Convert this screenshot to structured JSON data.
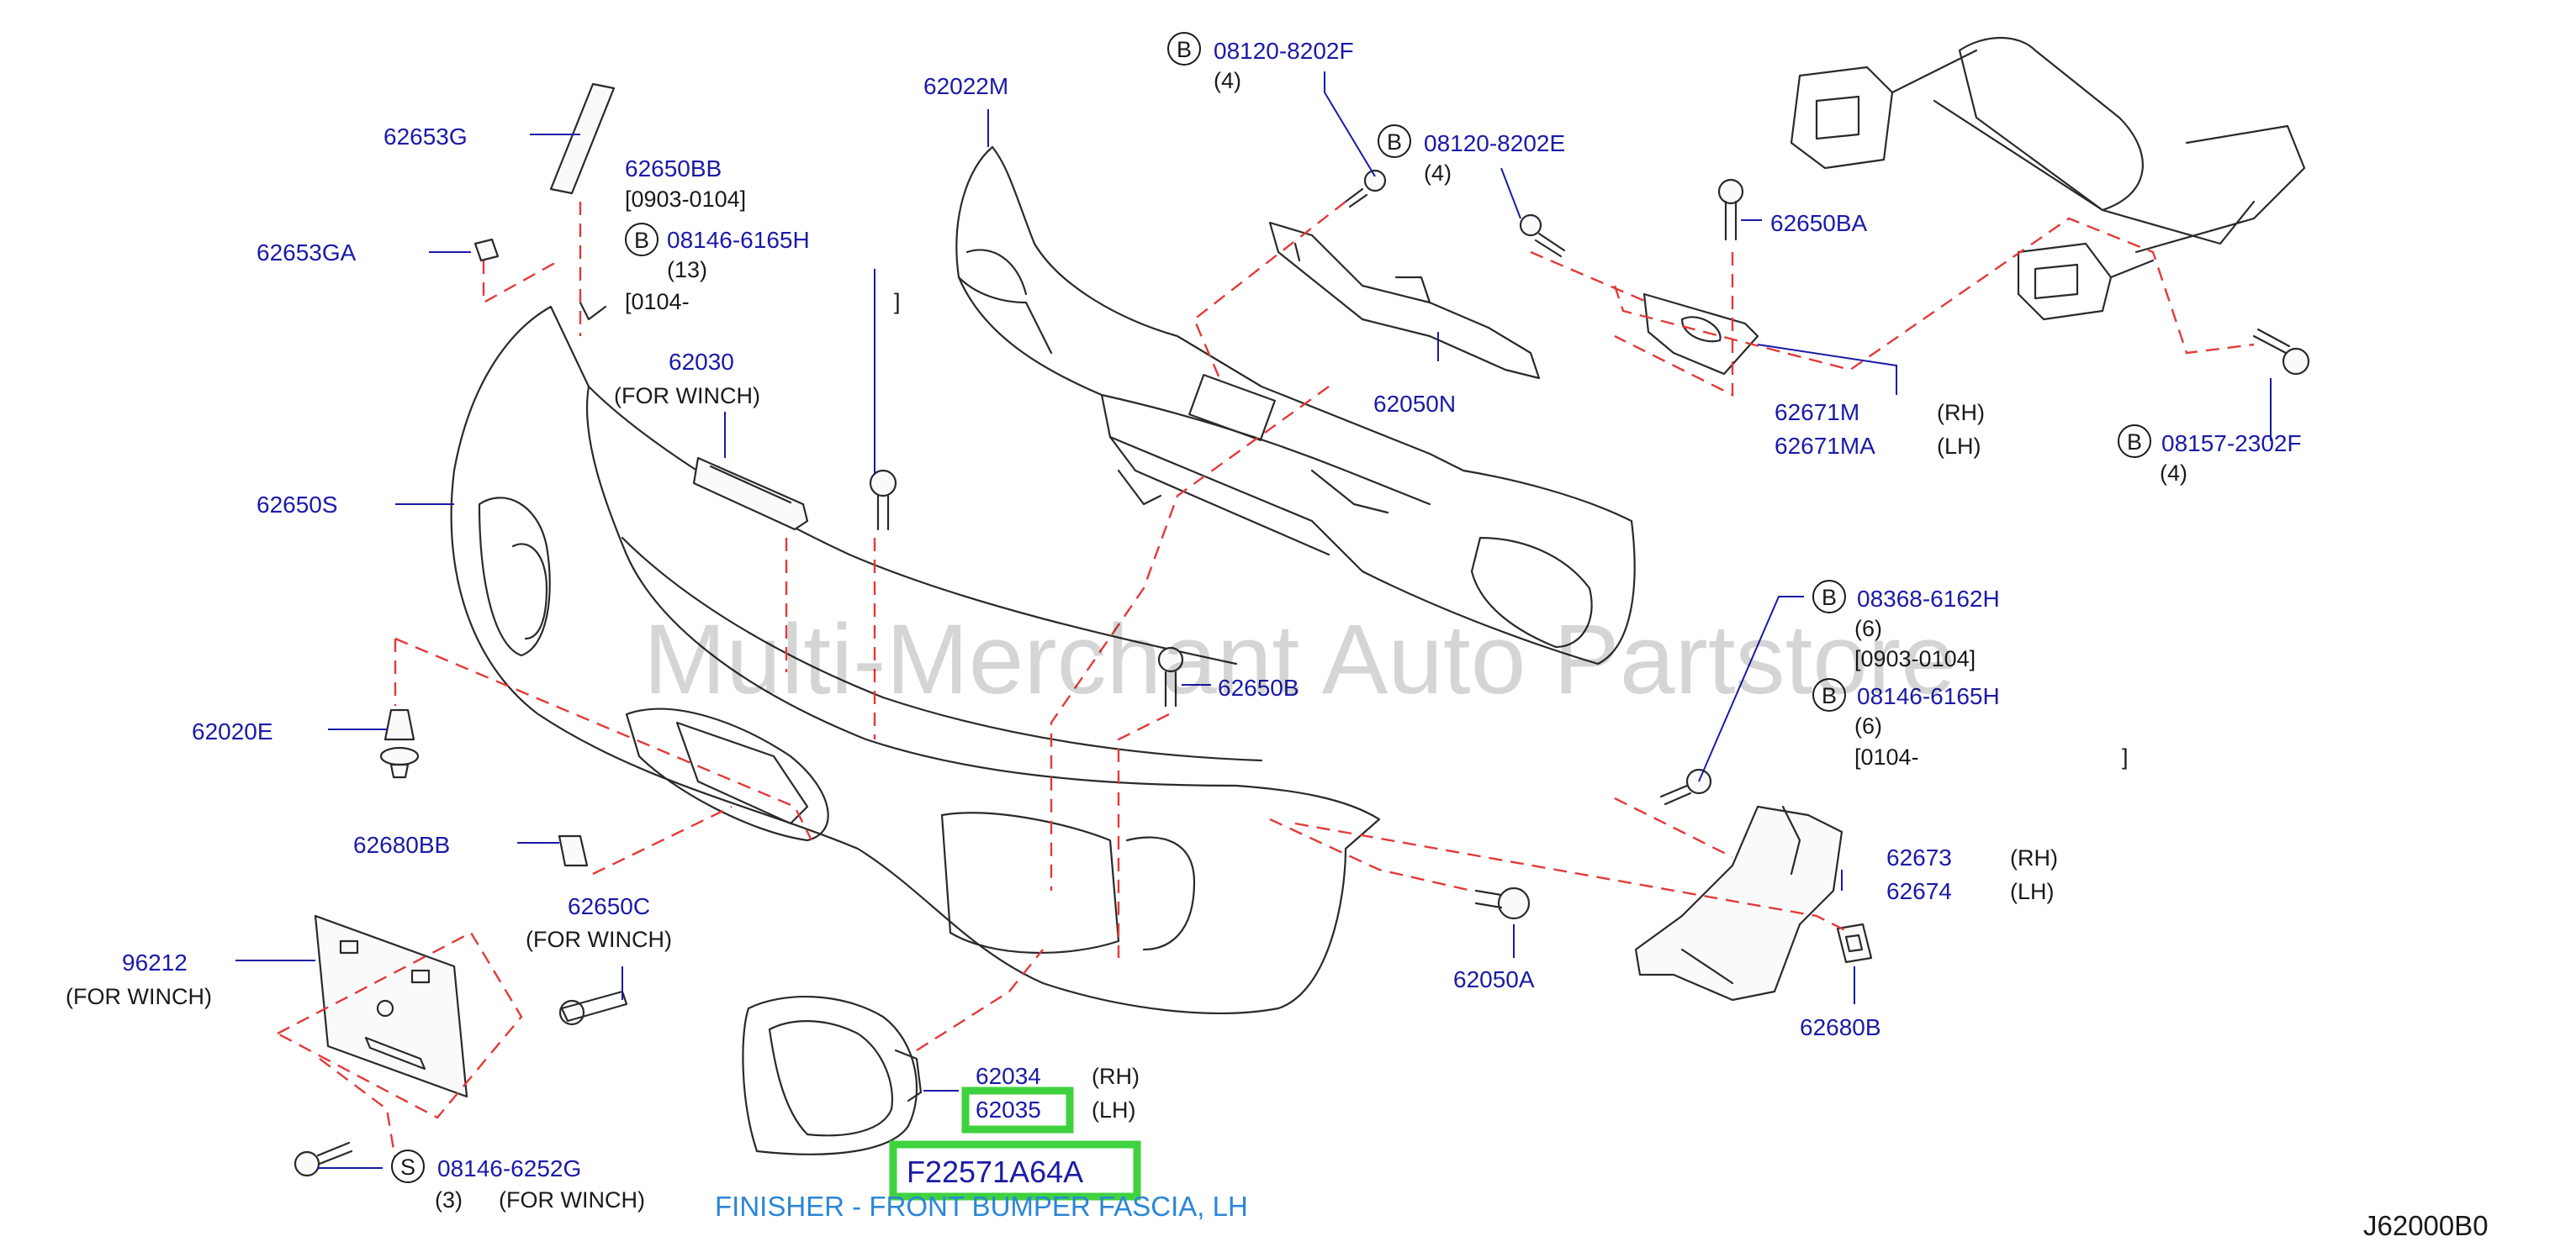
{
  "watermark": "Multi-Merchant Auto Partstore",
  "diagram_code": "J62000B0",
  "caption": "FINISHER - FRONT BUMPER FASCIA, LH",
  "highlight_part": "F22571A64A",
  "labels": {
    "p62653G": "62653G",
    "p62653GA": "62653GA",
    "p62650BB": "62650BB",
    "p62650BB_range": "[0903-0104]",
    "p08146_6165H_a": "08146-6165H",
    "p08146_6165H_a_qty": "(13)",
    "p08146_6165H_a_range_open": "[0104-",
    "p08146_6165H_a_range_close": "]",
    "p62030": "62030",
    "p62030_note": "(FOR   WINCH)",
    "p62650S": "62650S",
    "p62022M": "62022M",
    "p08120_8202F": "08120-8202F",
    "p08120_8202F_qty": "(4)",
    "p08120_8202E": "08120-8202E",
    "p08120_8202E_qty": "(4)",
    "p62650BA": "62650BA",
    "p62050N": "62050N",
    "p62671M": "62671M",
    "p62671M_side": "(RH)",
    "p62671MA": "62671MA",
    "p62671MA_side": "(LH)",
    "p08157_2302F": "08157-2302F",
    "p08157_2302F_qty": "(4)",
    "p08368_6162H": "08368-6162H",
    "p08368_6162H_qty": "(6)",
    "p08368_6162H_range": "[0903-0104]",
    "p08146_6165H_b": "08146-6165H",
    "p08146_6165H_b_qty": "(6)",
    "p08146_6165H_b_range_open": "[0104-",
    "p08146_6165H_b_range_close": "]",
    "p62650B": "62650B",
    "p62020E": "62020E",
    "p62680BB": "62680BB",
    "p62650C": "62650C",
    "p62650C_note": "(FOR   WINCH)",
    "p96212": "96212",
    "p96212_note": "(FOR   WINCH)",
    "p62034": "62034",
    "p62034_side": "(RH)",
    "p62035": "62035",
    "p62035_side": "(LH)",
    "p08146_6252G": "08146-6252G",
    "p08146_6252G_qty": "(3)",
    "p08146_6252G_note": "(FOR   WINCH)",
    "p62673": "62673",
    "p62673_side": "(RH)",
    "p62674": "62674",
    "p62674_side": "(LH)",
    "p62050A": "62050A",
    "p62680B": "62680B",
    "mark_B": "B",
    "mark_S": "S"
  },
  "colors": {
    "part_number": "#1a1aa8",
    "caption": "#2b86d6",
    "highlight_box": "#3fd23f",
    "dashed_guide": "#e23a3a"
  }
}
